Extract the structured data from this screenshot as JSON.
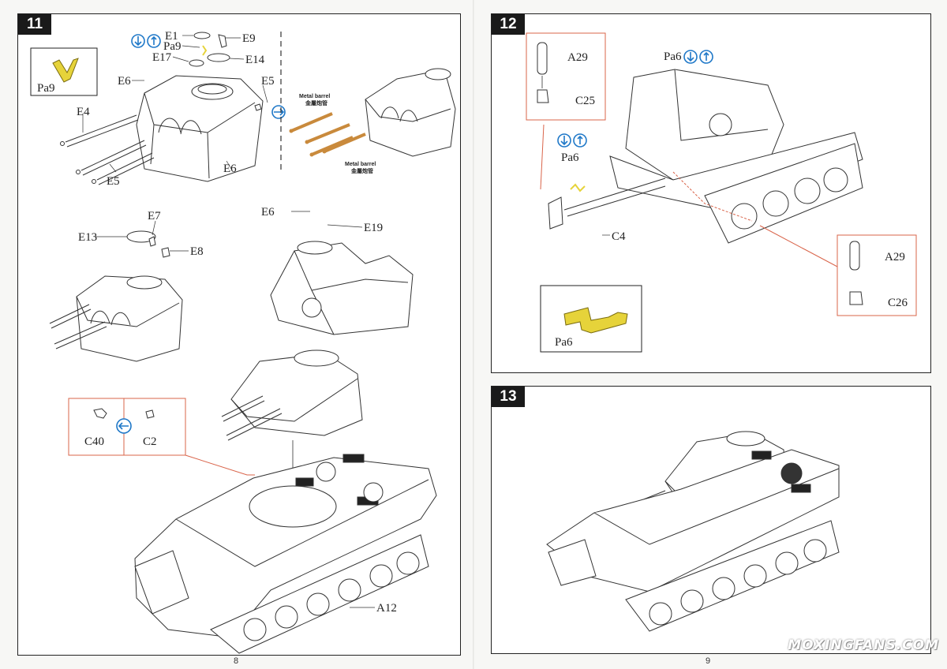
{
  "left_page": {
    "page_number": "8",
    "step": {
      "number": "11",
      "inset_part": "Pa9",
      "parts_top": {
        "e1": "E1",
        "pa9": "Pa9",
        "e17": "E17",
        "e9": "E9",
        "e14": "E14",
        "e6a": "E6",
        "e5a": "E5",
        "e4": "E4",
        "e5b": "E5",
        "e6b": "E6"
      },
      "metal_barrel": {
        "label_en": "Metal barrel",
        "label_zh": "金屬炮管"
      },
      "parts_mid": {
        "e7": "E7",
        "e13": "E13",
        "e8": "E8",
        "e6": "E6",
        "e19": "E19"
      },
      "callout": {
        "c40": "C40",
        "c2": "C2"
      },
      "a12": "A12"
    }
  },
  "right_page": {
    "page_number": "9",
    "step12": {
      "number": "12",
      "top_left": {
        "a29": "A29",
        "c25": "C25",
        "pa6": "Pa6"
      },
      "pa6_top": "Pa6",
      "c4": "C4",
      "bottom_right": {
        "a29": "A29",
        "c26": "C26"
      },
      "inset_part": "Pa6"
    },
    "step13": {
      "number": "13"
    }
  },
  "watermark": "MOXINGFANS.COM",
  "colors": {
    "highlight_part": "#e6d33a",
    "callout_line": "#d9644a",
    "arrow_blue": "#1f78c8",
    "brass_barrel": "#c98a3c"
  }
}
